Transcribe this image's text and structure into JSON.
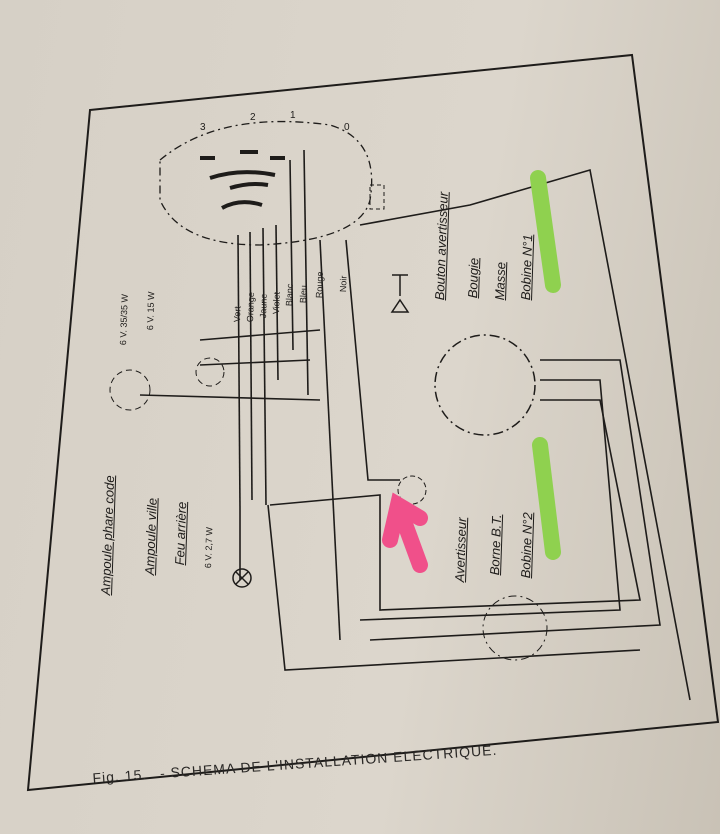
{
  "caption": {
    "figure": "Fig. 15.",
    "title": "- SCHEMA DE L'INSTALLATION ELECTRIQUE."
  },
  "switch_positions": [
    "3",
    "2",
    "1",
    "0"
  ],
  "left_labels": {
    "ampoule_phare_code": "Ampoule phare code",
    "ampoule_ville": "Ampoule ville",
    "feu_arriere": "Feu arrière",
    "rating_phare": "6 V. 35/35 W",
    "rating_ville": "6 V. 15 W",
    "rating_feu": "6 V. 2,7 W"
  },
  "wire_colors": [
    "Vert",
    "Orange",
    "Jaune",
    "Violet",
    "Blanc",
    "Bleu",
    "Rouge",
    "Noir"
  ],
  "right_labels": {
    "bouton_avertisseur": "Bouton avertisseur",
    "bougie": "Bougie",
    "masse": "Masse",
    "bobine_1": "Bobine N°1",
    "avertisseur": "Avertisseur",
    "borne_bt": "Borne B.T.",
    "bobine_2": "Bobine N°2"
  },
  "annotations": {
    "highlight_color": "#8fd14f",
    "arrow_color": "#f0508a"
  }
}
